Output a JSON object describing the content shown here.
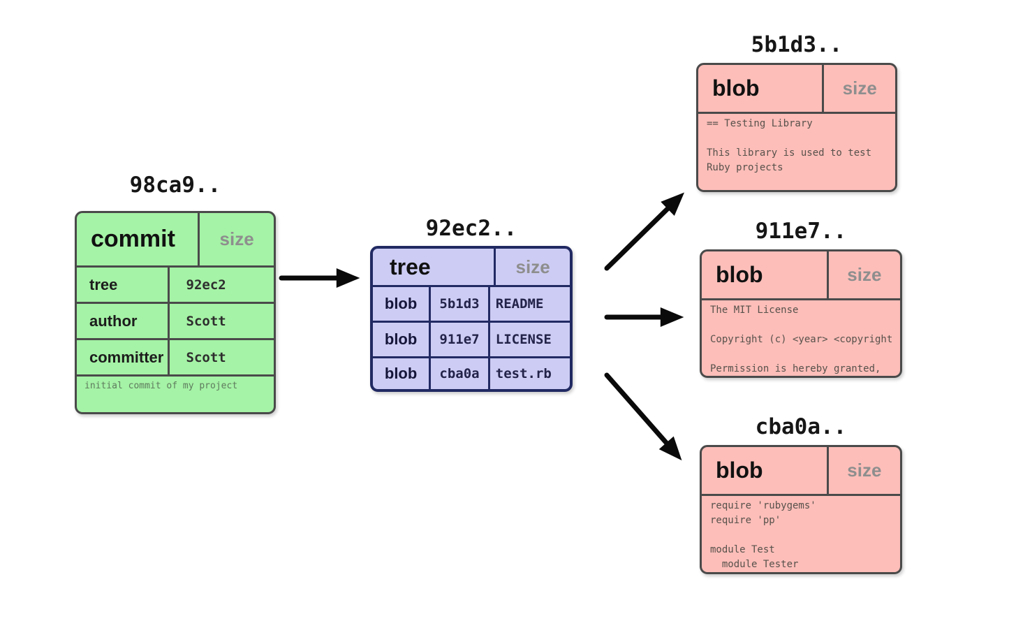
{
  "colors": {
    "commit_fill": "#a5f3a6",
    "commit_border": "#4a4a4a",
    "tree_fill": "#cdccf4",
    "tree_border": "#222a63",
    "blob_fill": "#fdbeb9",
    "blob_border": "#4a4a4a",
    "size_text": "#8e8e8e",
    "commit_msg_text": "#5e7a5e",
    "code_text": "#57514b",
    "arrow": "#0a0a0a"
  },
  "commit": {
    "hash_label": "98ca9..",
    "type_label": "commit",
    "size_label": "size",
    "rows": [
      {
        "key": "tree",
        "value": "92ec2"
      },
      {
        "key": "author",
        "value": "Scott"
      },
      {
        "key": "committer",
        "value": "Scott"
      }
    ],
    "message": "initial commit of my project"
  },
  "tree": {
    "hash_label": "92ec2..",
    "type_label": "tree",
    "size_label": "size",
    "entries": [
      {
        "type": "blob",
        "hash": "5b1d3",
        "name": "README"
      },
      {
        "type": "blob",
        "hash": "911e7",
        "name": "LICENSE"
      },
      {
        "type": "blob",
        "hash": "cba0a",
        "name": "test.rb"
      }
    ]
  },
  "blobs": [
    {
      "hash_label": "5b1d3..",
      "type_label": "blob",
      "size_label": "size",
      "content_lines": [
        "== Testing Library",
        "",
        "This library is used to test",
        "Ruby projects"
      ]
    },
    {
      "hash_label": "911e7..",
      "type_label": "blob",
      "size_label": "size",
      "content_lines": [
        "The MIT License",
        "",
        "Copyright (c) <year> <copyright",
        "",
        "Permission is hereby granted,"
      ]
    },
    {
      "hash_label": "cba0a..",
      "type_label": "blob",
      "size_label": "size",
      "content_lines": [
        "require 'rubygems'",
        "require 'pp'",
        "",
        "module Test",
        "  module Tester"
      ]
    }
  ]
}
